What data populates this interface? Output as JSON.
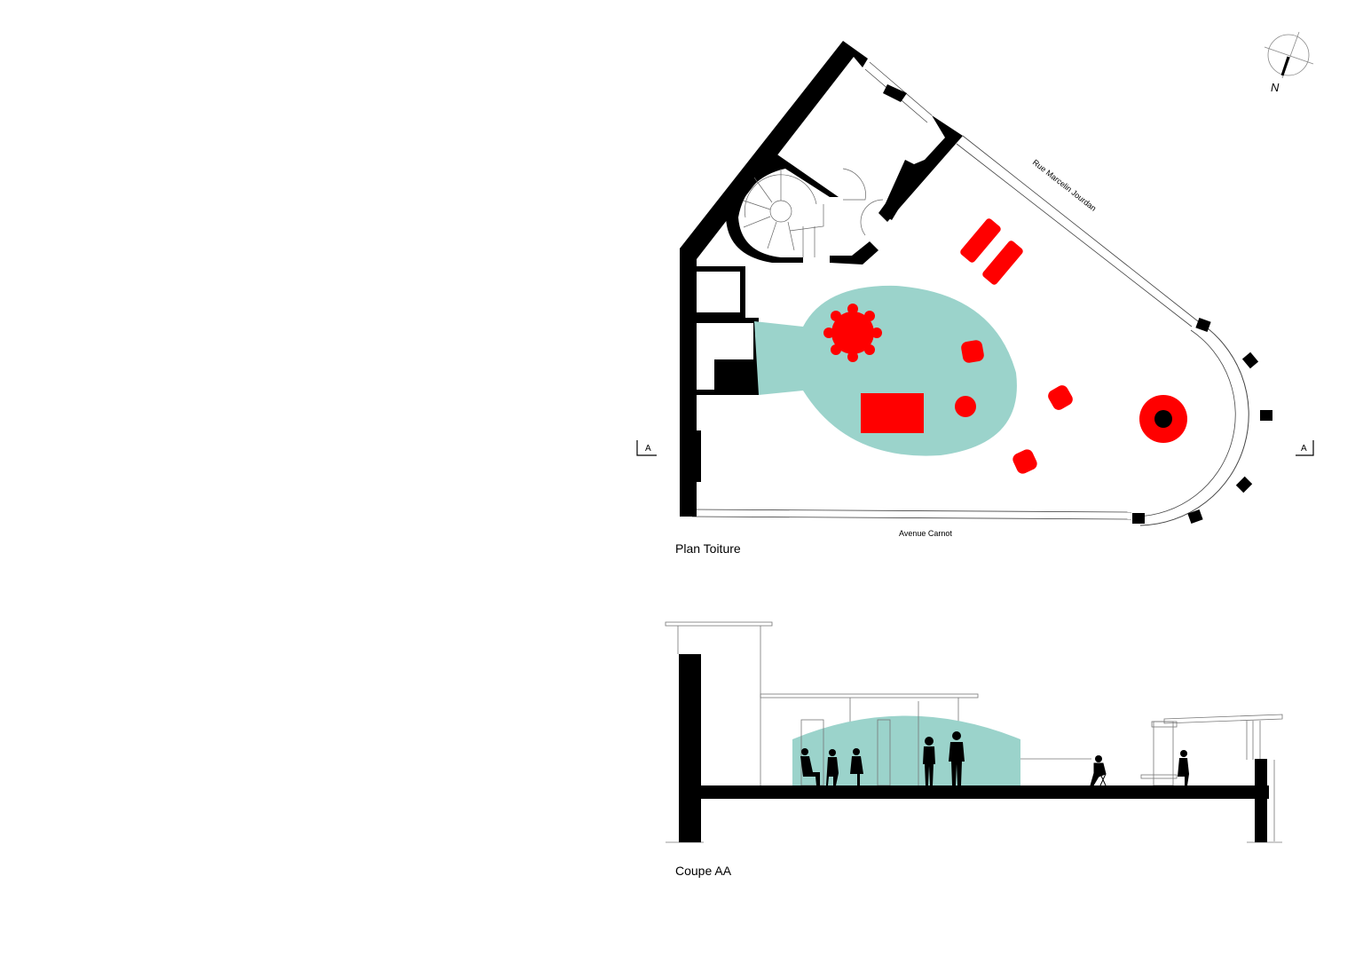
{
  "plan": {
    "title": "Plan Toiture",
    "street_top": "Rue Marcelin Jourdan",
    "street_bottom": "Avenue Carnot",
    "section_marker_left": "A",
    "section_marker_right": "A",
    "north_label": "N"
  },
  "section": {
    "title": "Coupe AA"
  },
  "colors": {
    "wall": "#000000",
    "lounge_zone": "#9bd3cb",
    "furniture": "#ff0000"
  }
}
